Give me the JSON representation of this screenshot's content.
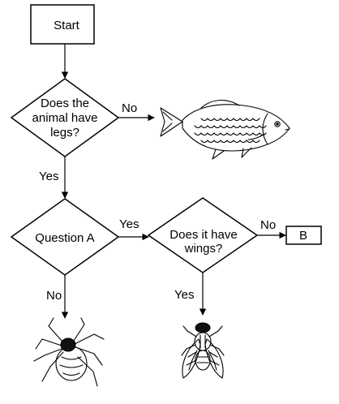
{
  "nodes": {
    "start": "Start",
    "q1_line1": "Does the",
    "q1_line2": "animal have",
    "q1_line3": "legs?",
    "qa": "Question A",
    "q3_line1": "Does it have",
    "q3_line2": "wings?",
    "b": "B"
  },
  "edges": {
    "q1_no": "No",
    "q1_yes": "Yes",
    "qa_yes": "Yes",
    "qa_no": "No",
    "q3_no": "No",
    "q3_yes": "Yes"
  },
  "images": {
    "fish": "fish-icon",
    "spider": "spider-icon",
    "fly": "fly-icon"
  }
}
